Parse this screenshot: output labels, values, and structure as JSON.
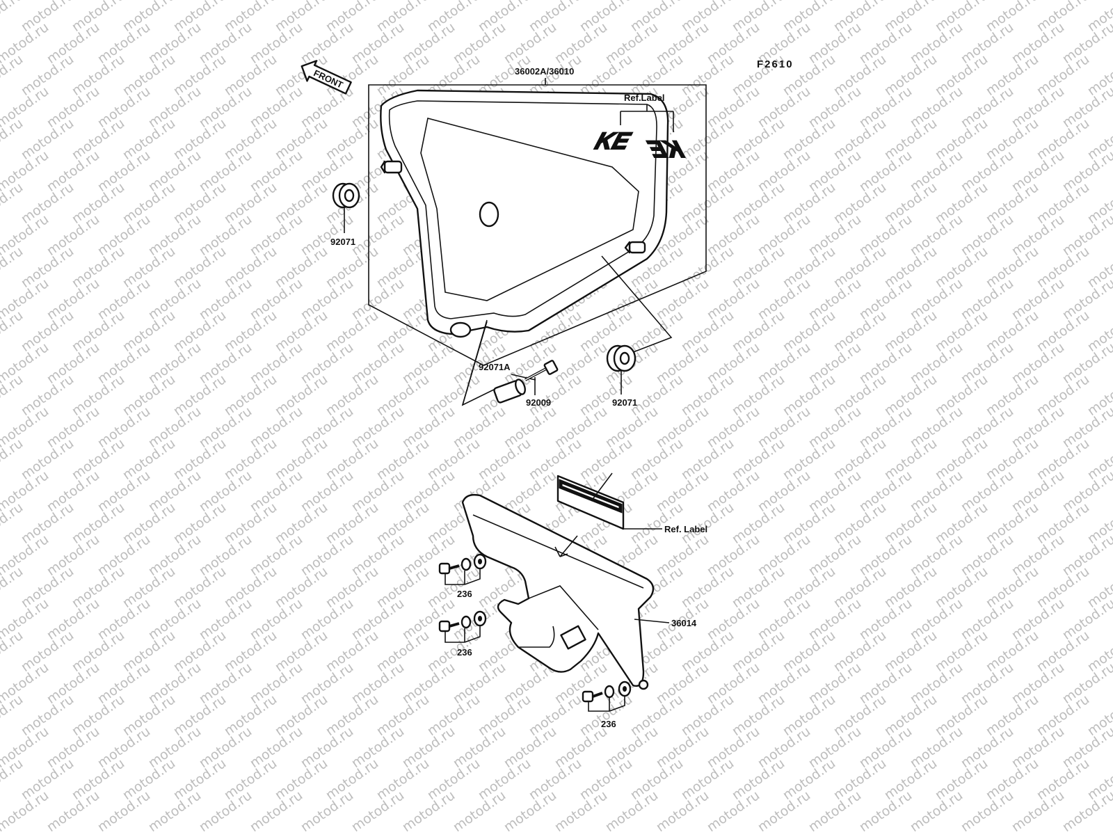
{
  "figure_code": "F2610",
  "front_arrow_label": "FRONT",
  "watermark_text": "motod.ru",
  "parts": {
    "side_cover": "36002A/36010",
    "grommet_left": "92071",
    "grommet_right": "92071",
    "collar": "92071A",
    "bolt": "92009",
    "chain_guard": "36014",
    "screw_set_1": "236",
    "screw_set_2": "236",
    "screw_set_3": "236"
  },
  "labels": {
    "ref_label_top": "Ref.Label",
    "ref_label_bottom": "Ref. Label",
    "decal_text": "KE"
  },
  "colors": {
    "ink": "#111111",
    "watermark": "#bdbdbd",
    "background": "#ffffff"
  }
}
